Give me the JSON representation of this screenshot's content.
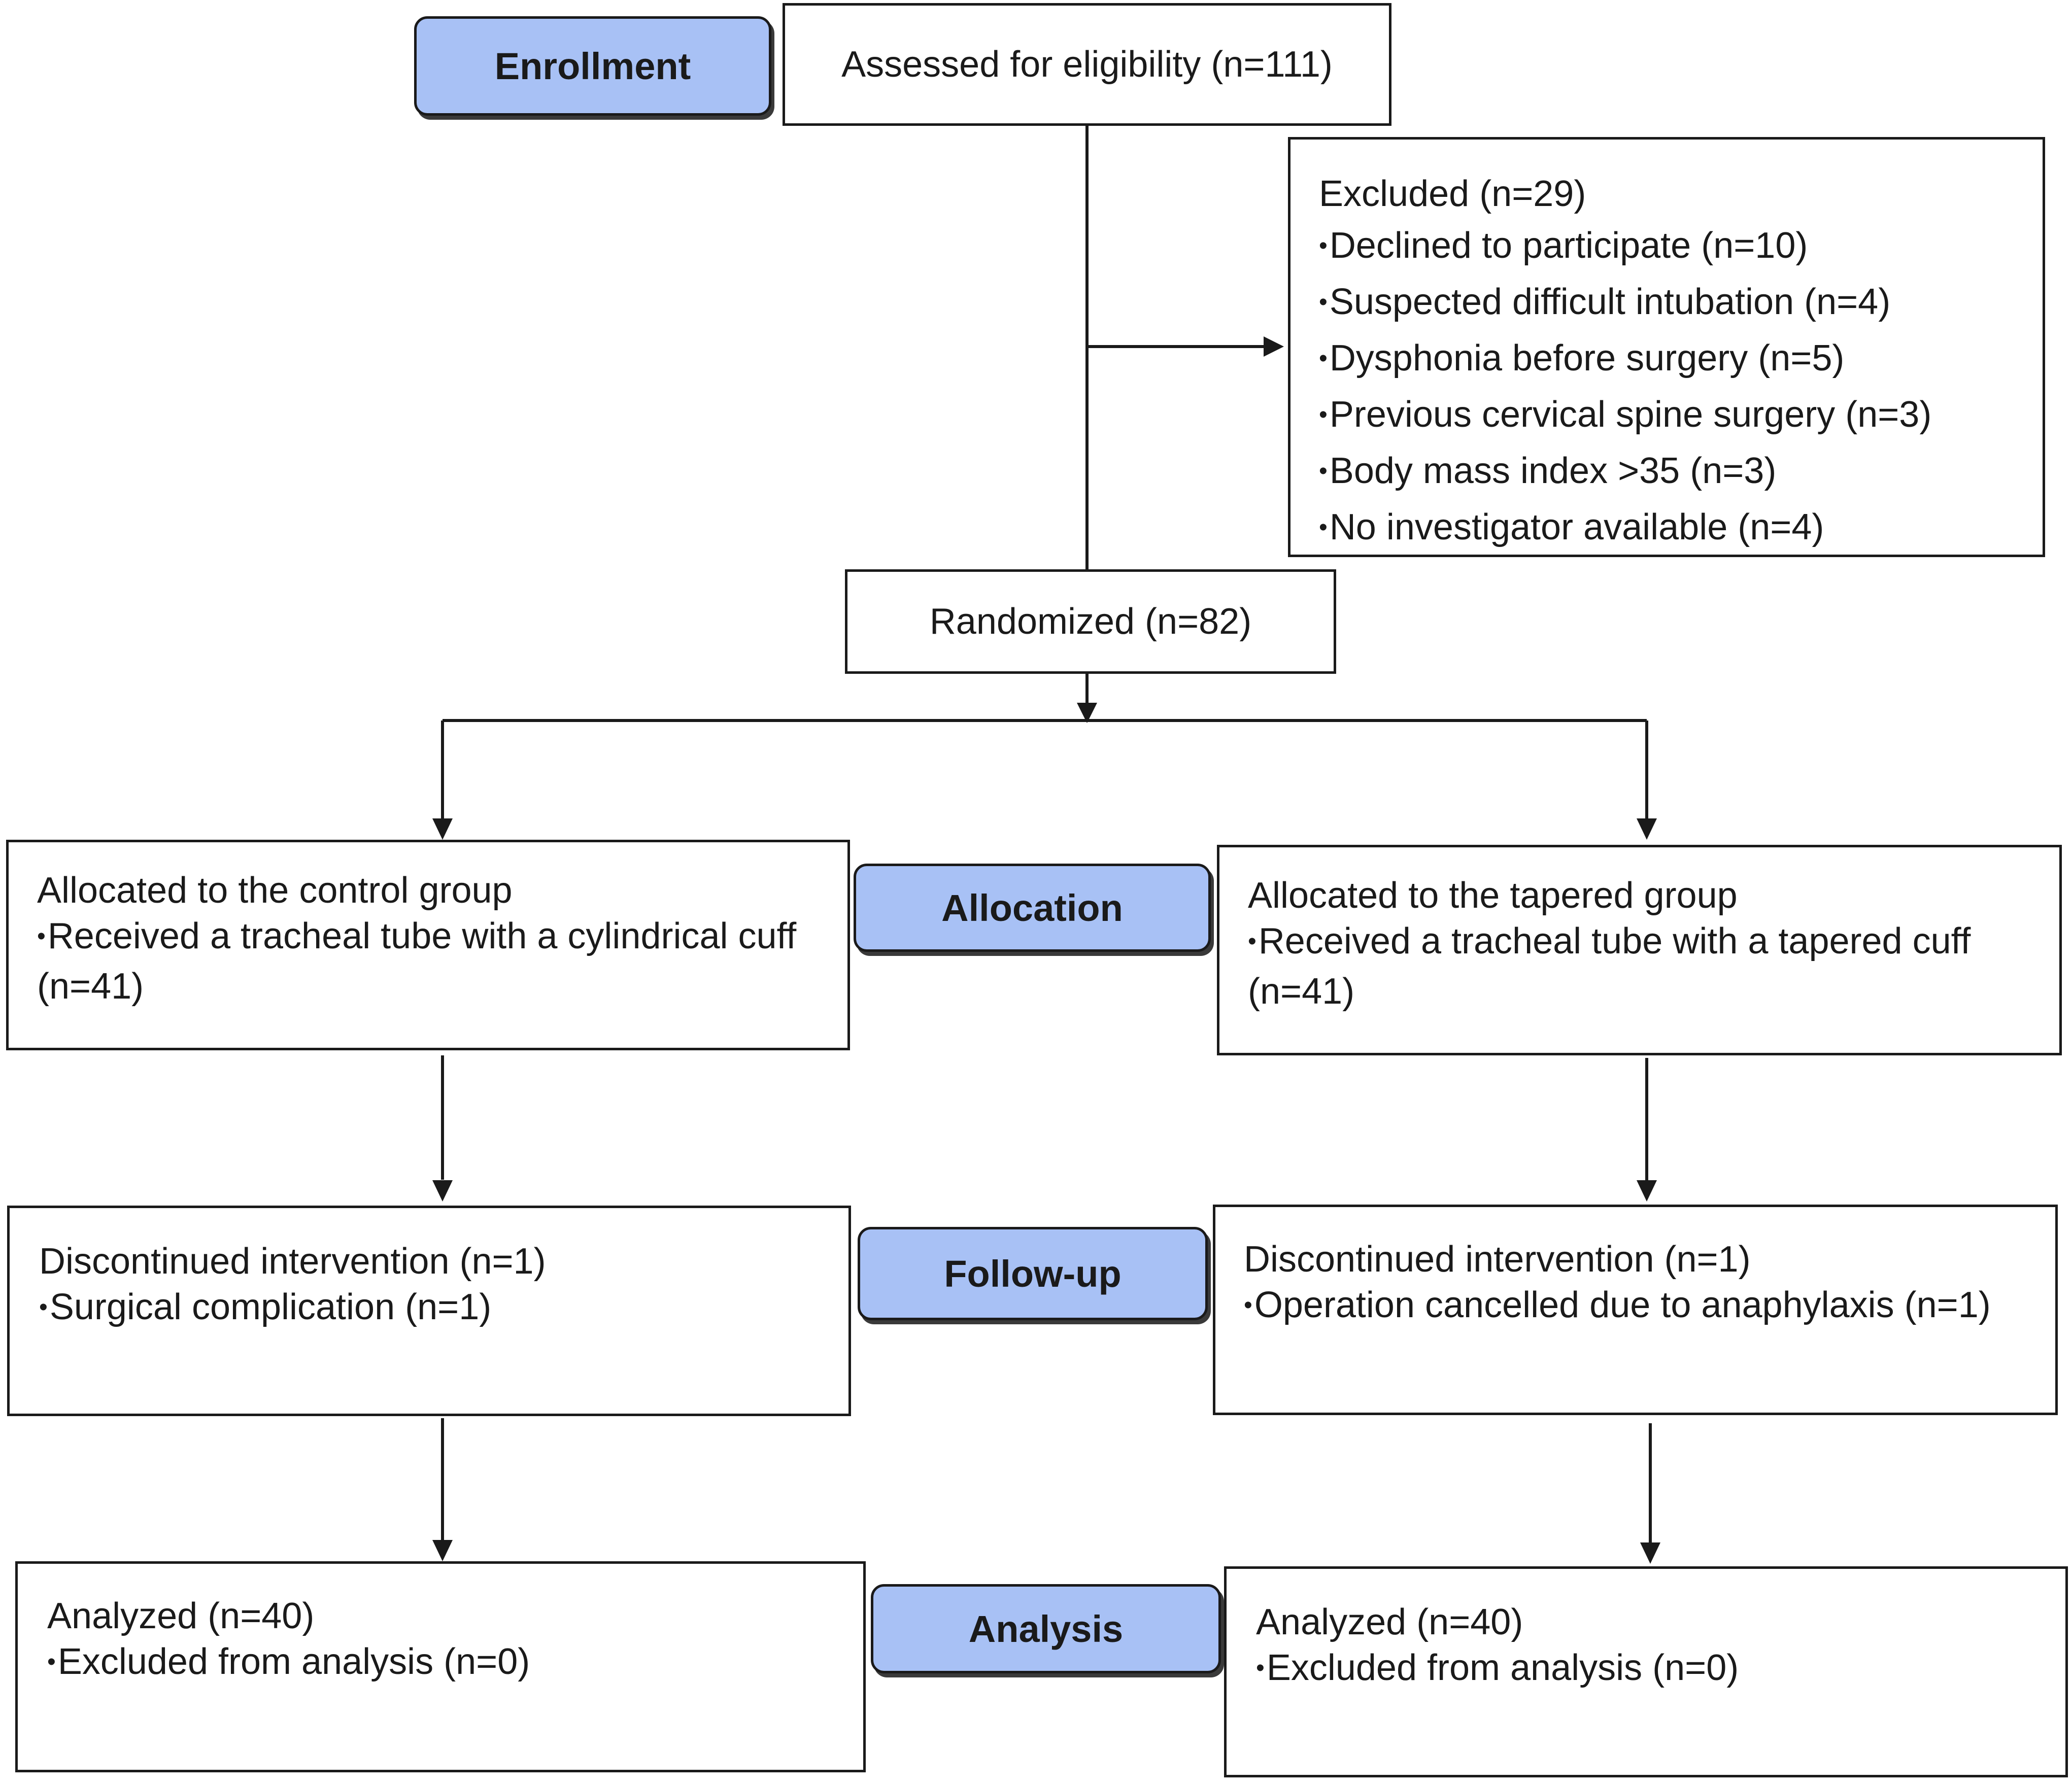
{
  "stages": {
    "enrollment": "Enrollment",
    "allocation": "Allocation",
    "follow_up": "Follow-up",
    "analysis": "Analysis"
  },
  "assessed": "Assessed for eligibility (n=111)",
  "excluded": {
    "title": "Excluded (n=29)",
    "reasons": [
      "Declined to participate (n=10)",
      "Suspected difficult intubation (n=4)",
      "Dysphonia before surgery (n=5)",
      "Previous cervical spine surgery (n=3)",
      "Body mass index >35 (n=3)",
      "No investigator available (n=4)"
    ]
  },
  "randomized": "Randomized (n=82)",
  "control": {
    "allocation_title": "Allocated to the control group",
    "allocation_detail": "Received a tracheal tube with a cylindrical cuff (n=41)",
    "followup_title": "Discontinued intervention (n=1)",
    "followup_detail": "Surgical complication (n=1)",
    "analysis_title": "Analyzed (n=40)",
    "analysis_detail": "Excluded from analysis (n=0)"
  },
  "tapered": {
    "allocation_title": "Allocated to the tapered group",
    "allocation_detail": "Received a tracheal tube with a tapered cuff (n=41)",
    "followup_title": "Discontinued intervention (n=1)",
    "followup_detail": "Operation cancelled due to anaphylaxis (n=1)",
    "analysis_title": "Analyzed (n=40)",
    "analysis_detail": "Excluded from analysis (n=0)"
  }
}
